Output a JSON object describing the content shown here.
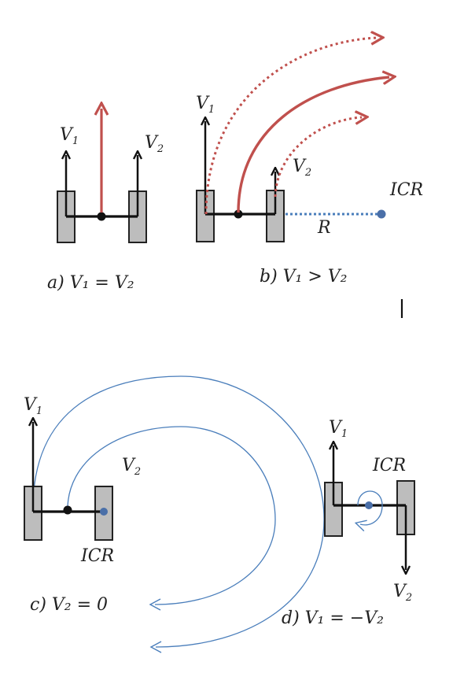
{
  "panels": {
    "a": {
      "caption": "a)  V₁ = V₂",
      "v1": "V",
      "v1_sub": "1",
      "v2": "V",
      "v2_sub": "2"
    },
    "b": {
      "caption": "b)  V₁ > V₂",
      "v1": "V",
      "v1_sub": "1",
      "v2": "V",
      "v2_sub": "2",
      "icr": "ICR",
      "radius": "R"
    },
    "c": {
      "caption": "c)  V₂ = 0",
      "v1": "V",
      "v1_sub": "1",
      "v2": "V",
      "v2_sub": "2",
      "icr": "ICR"
    },
    "d": {
      "caption": "d)  V₁ = −V₂",
      "v1": "V",
      "v1_sub": "1",
      "v2": "V",
      "v2_sub": "2",
      "icr": "ICR"
    }
  },
  "colors": {
    "velocity_path": "#c0504d",
    "rotation_path": "#4a7ebb",
    "icr_point": "#4a6fa8",
    "wheel_fill": "#bdbdbd"
  }
}
